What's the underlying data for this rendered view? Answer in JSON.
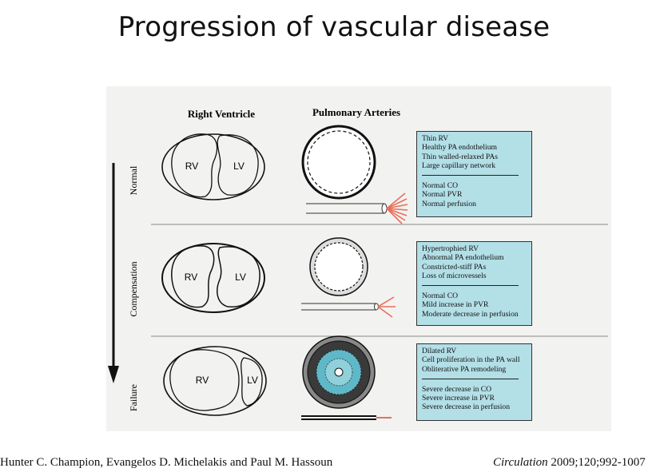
{
  "title": "Progression of vascular disease",
  "columns": {
    "rv": "Right Ventricle",
    "pa": "Pulmonary Arteries"
  },
  "stages": [
    {
      "name": "Normal",
      "chambers": [
        "RV",
        "LV"
      ],
      "box_top": [
        "Thin RV",
        "Healthy PA endothelium",
        "Thin walled-relaxed PAs",
        "Large capillary network"
      ],
      "box_bottom": [
        "Normal CO",
        "Normal PVR",
        "Normal perfusion"
      ]
    },
    {
      "name": "Compensation",
      "chambers": [
        "RV",
        "LV"
      ],
      "box_top": [
        "Hypertrophied RV",
        "Abnormal PA endothelium",
        "Constricted-stiff PAs",
        "Loss of microvessels"
      ],
      "box_bottom": [
        "Normal CO",
        "Mild increase in PVR",
        "Moderate decrease in perfusion"
      ]
    },
    {
      "name": "Failure",
      "chambers": [
        "RV",
        "LV"
      ],
      "box_top": [
        "Dilated RV",
        "Cell proliferation in the PA wall",
        "Obliterative PA remodeling"
      ],
      "box_bottom": [
        "Severe decrease in CO",
        "Severe increase in PVR",
        "Severe decrease in perfusion"
      ]
    }
  ],
  "footer": {
    "authors": "Hunter C. Champion, Evangelos D. Michelakis and Paul M. Hassoun",
    "journal": "Circulation",
    "ref": " 2009;120;992-1007"
  },
  "colors": {
    "box_fill": "#b3dfe7",
    "capillary": "#e8705a",
    "lumen_cells": "#5fb8c8"
  }
}
